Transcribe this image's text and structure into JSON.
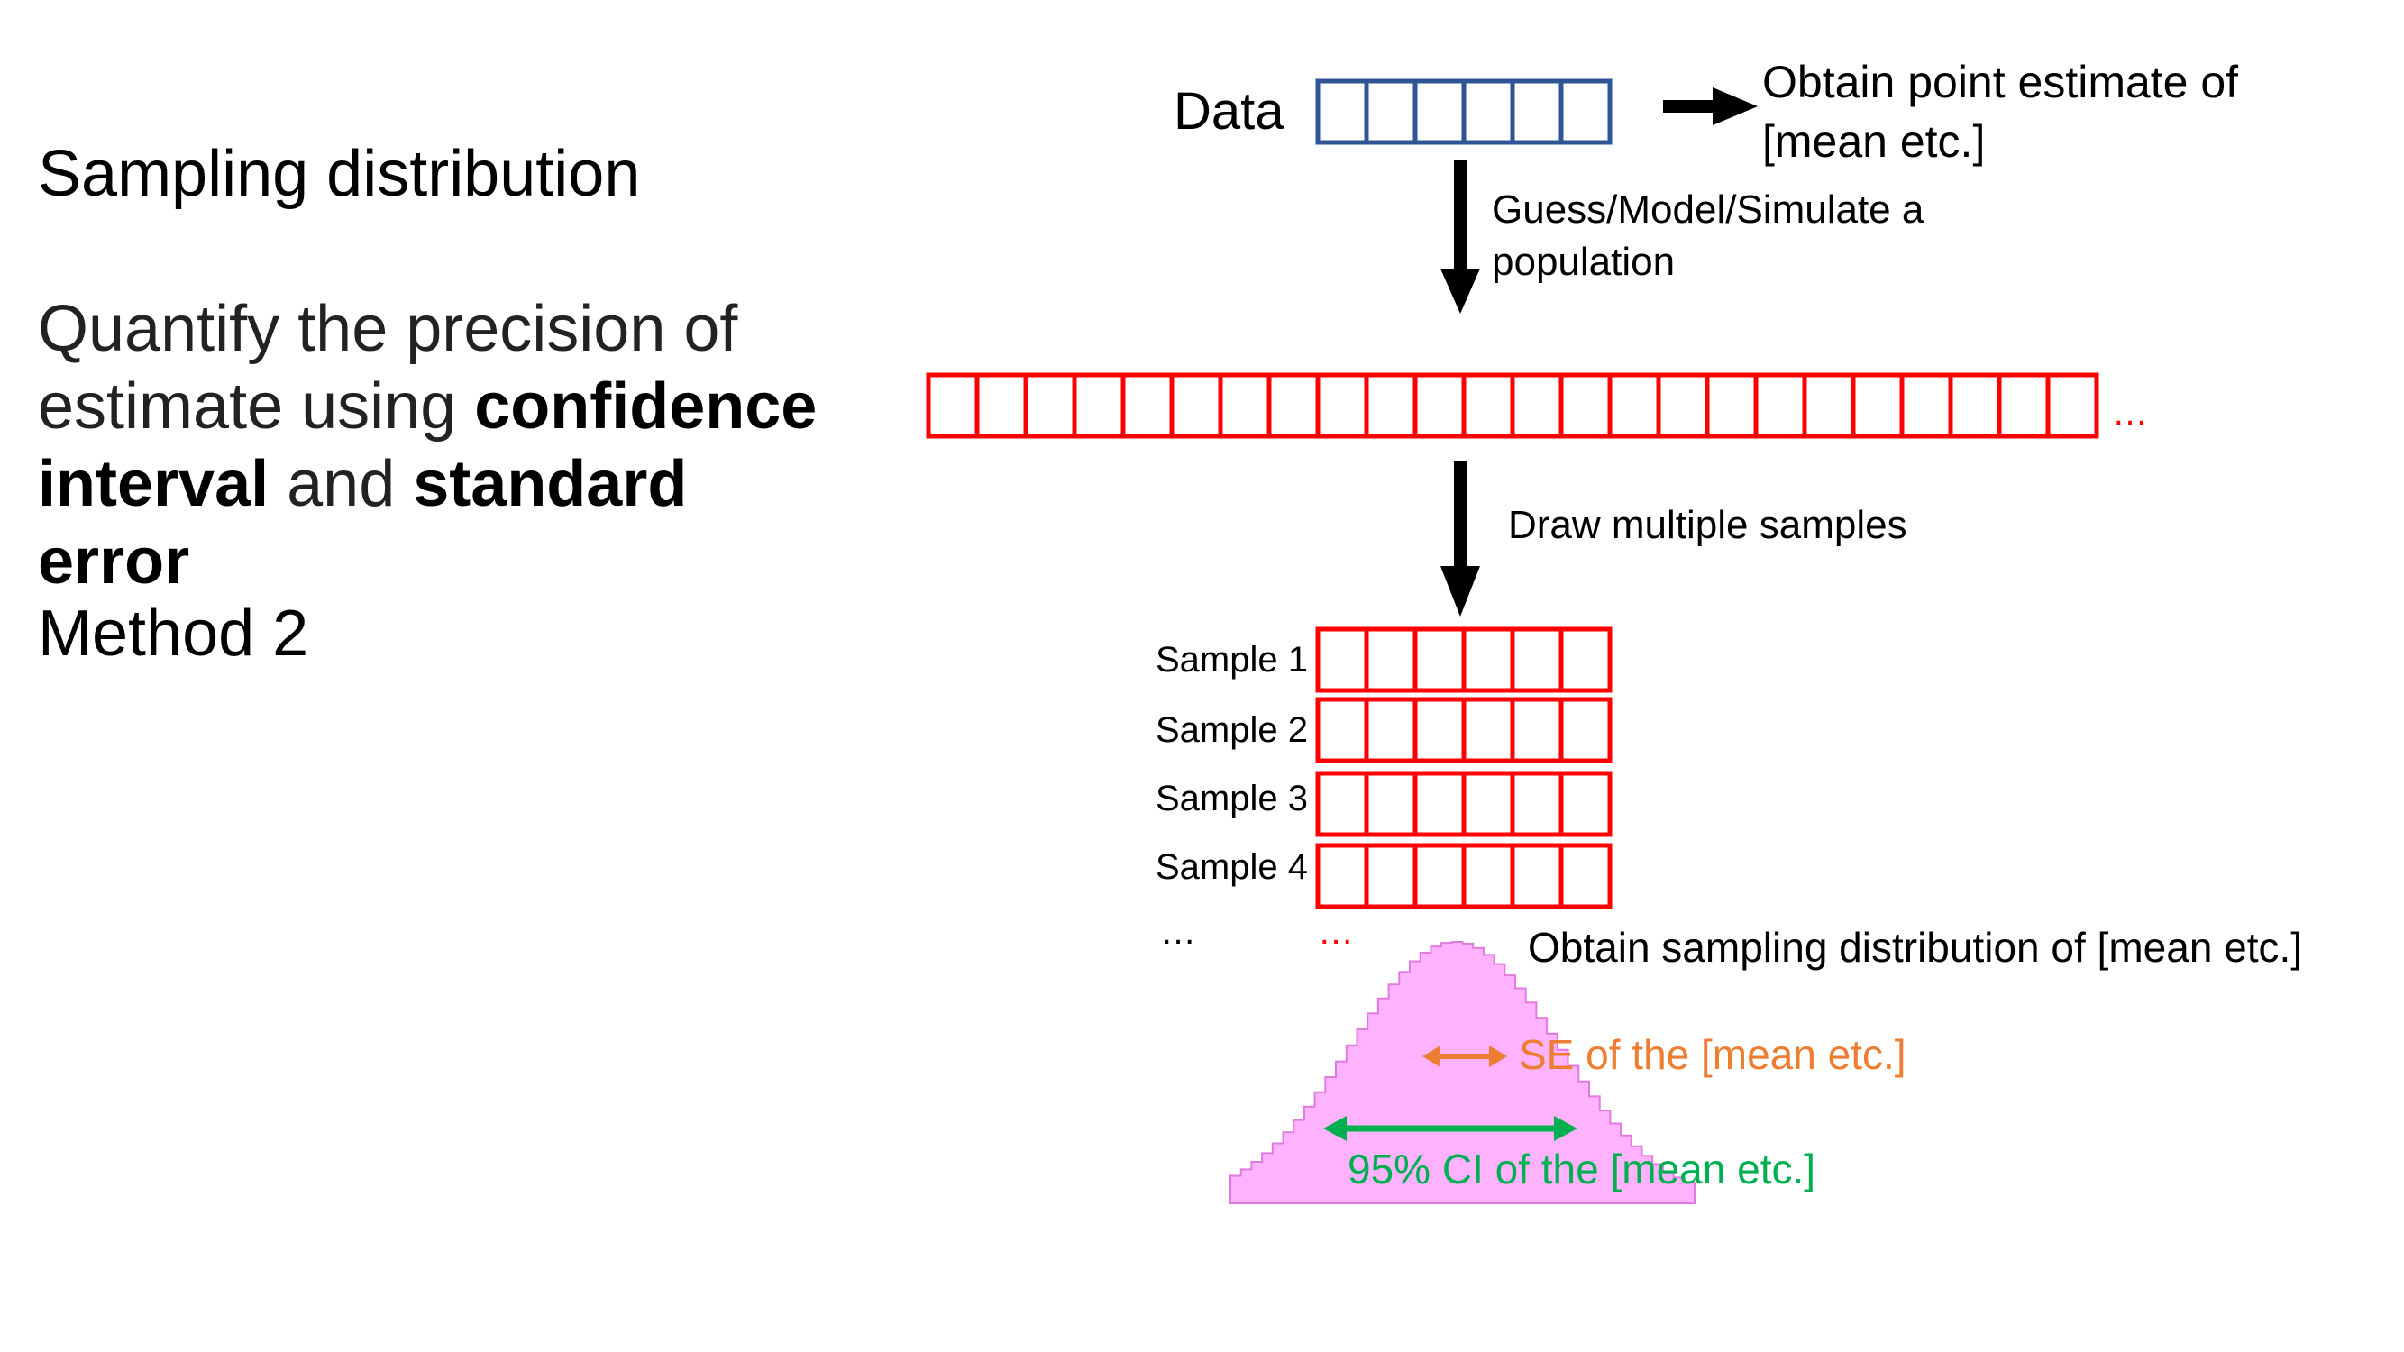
{
  "left_panel": {
    "title": "Sampling distribution",
    "body": {
      "t1": "Quantify the precision of estimate using ",
      "b1": "confidence interval",
      "t2": " and ",
      "b2": "standard error"
    },
    "method": "Method 2"
  },
  "diagram": {
    "data_label": "Data",
    "point_estimate": [
      "Obtain point estimate of",
      "[mean etc.]"
    ],
    "population_step": [
      "Guess/Model/Simulate a",
      "population"
    ],
    "population_ellipsis": "…",
    "sampling_step": "Draw multiple samples",
    "samples": [
      "Sample 1",
      "Sample 2",
      "Sample 3",
      "Sample 4"
    ],
    "sample_ellipsis_label": "…",
    "sample_ellipsis_boxes": "…",
    "distribution_label": "Obtain sampling distribution of [mean etc.]",
    "se_label": "SE of the [mean etc.]",
    "ci_label": "95% CI of the [mean etc.]",
    "colors": {
      "data_box": "#2f5597",
      "population_box": "#ff0000",
      "histogram_fill": "#ffb3ff",
      "histogram_edge": "#e079e0",
      "se": "#ed7d31",
      "ci": "#00b050"
    }
  }
}
